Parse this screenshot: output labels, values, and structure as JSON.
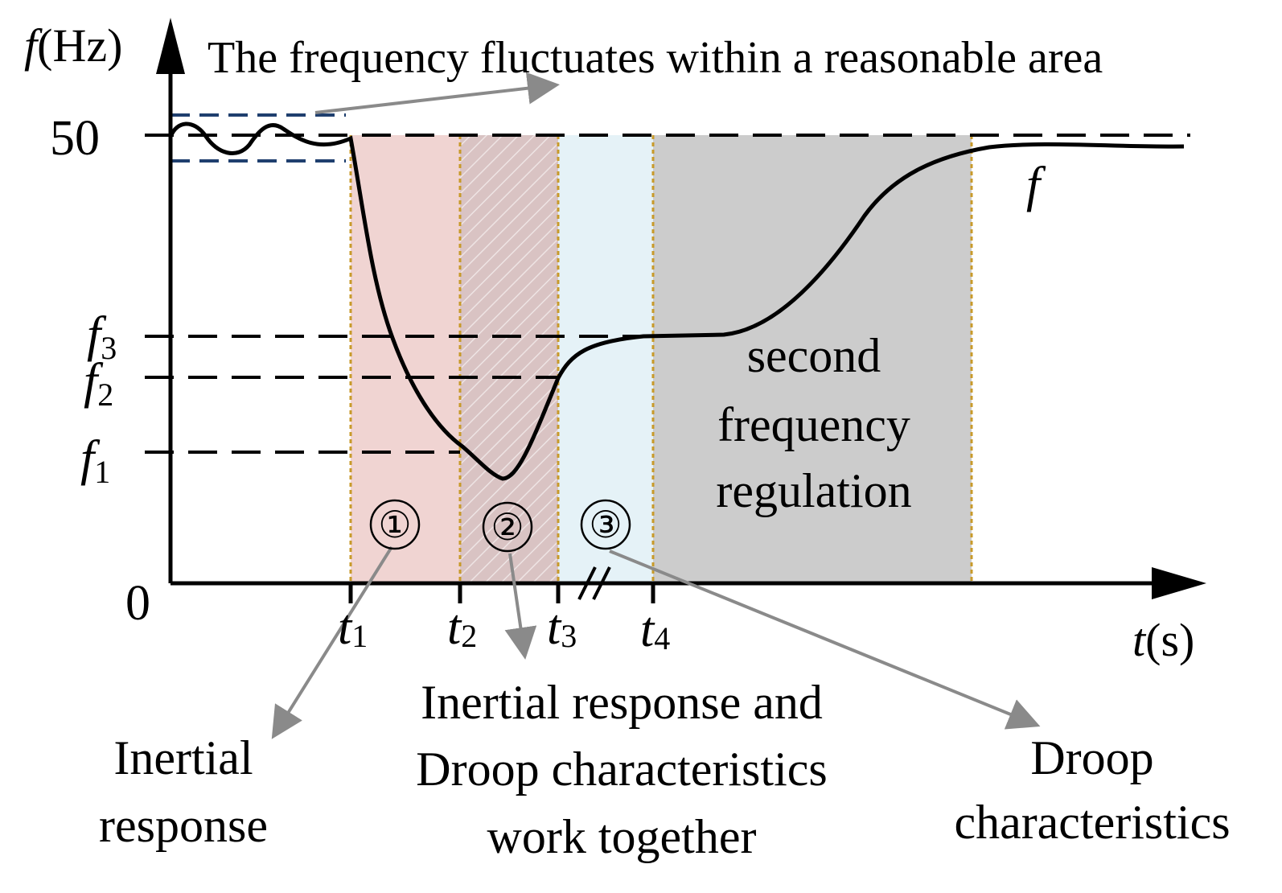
{
  "title": "The frequency fluctuates within a reasonable area",
  "axes": {
    "y_name": "f",
    "y_unit": "(Hz)",
    "x_name": "t",
    "x_unit": "(s)",
    "origin": "0",
    "y_tick_50": "50"
  },
  "freq_levels": [
    {
      "name": "f",
      "sub": "3"
    },
    {
      "name": "f",
      "sub": "2"
    },
    {
      "name": "f",
      "sub": "1"
    }
  ],
  "time_marks": [
    {
      "name": "t",
      "sub": "1"
    },
    {
      "name": "t",
      "sub": "2"
    },
    {
      "name": "t",
      "sub": "3"
    },
    {
      "name": "t",
      "sub": "4"
    }
  ],
  "curve_label": "f",
  "regions": [
    {
      "marker": "①",
      "color": "#f0d4d2"
    },
    {
      "marker": "②",
      "color": "#d9c3c3"
    },
    {
      "marker": "③",
      "color": "#e5f2f7"
    },
    {
      "marker": "",
      "color": "#cccccc"
    }
  ],
  "region4_text": [
    "second",
    "frequency",
    "regulation"
  ],
  "annotations": {
    "inertial": [
      "Inertial",
      "response"
    ],
    "together": [
      "Inertial response and",
      "Droop characteristics",
      "work together"
    ],
    "droop": [
      "Droop",
      "characteristics"
    ]
  },
  "colors": {
    "boundary": "#c89a2a",
    "band": "#1f3f6e",
    "arrow": "#8a8a8a"
  }
}
